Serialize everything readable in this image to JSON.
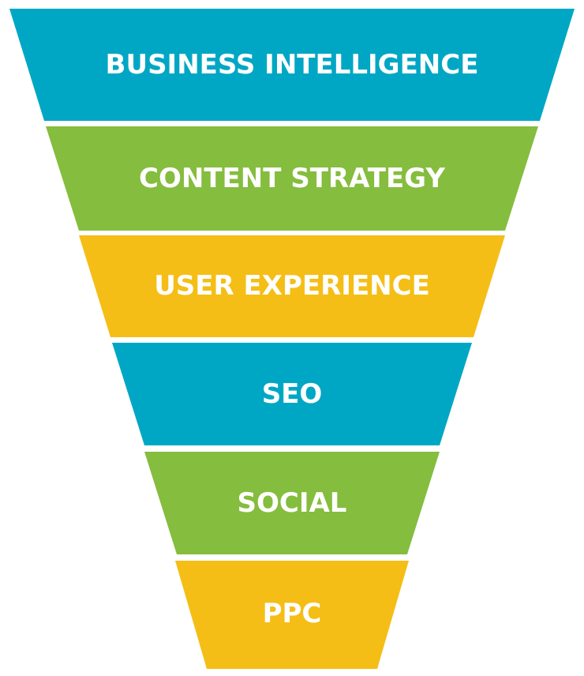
{
  "funnel": {
    "colors": {
      "blue": "#00a7c4",
      "green": "#85bd3e",
      "yellow": "#f5be16"
    },
    "tiers": [
      {
        "label": "BUSINESS INTELLIGENCE",
        "color": "#00a7c4"
      },
      {
        "label": "CONTENT STRATEGY",
        "color": "#85bd3e"
      },
      {
        "label": "USER EXPERIENCE",
        "color": "#f5be16"
      },
      {
        "label": "SEO",
        "color": "#00a7c4"
      },
      {
        "label": "SOCIAL",
        "color": "#85bd3e"
      },
      {
        "label": "PPC",
        "color": "#f5be16"
      }
    ]
  }
}
